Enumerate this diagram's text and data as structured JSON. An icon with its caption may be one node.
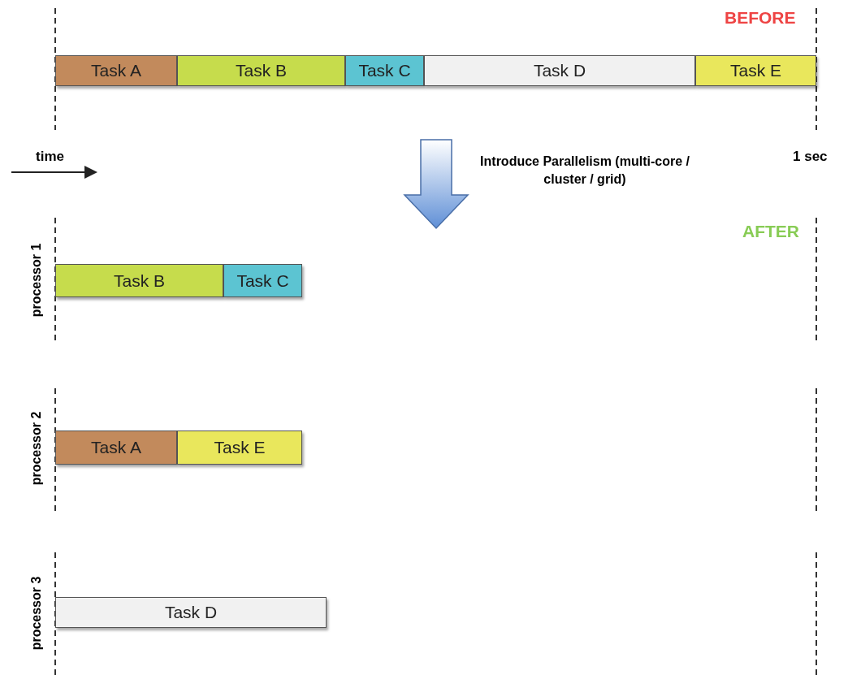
{
  "diagram": {
    "nodes": [
      {
        "text": [
          "Task A"
        ]
      },
      {
        "text": [
          "Task B"
        ]
      },
      {
        "text": [
          "Task C"
        ]
      },
      {
        "text": [
          "Task D"
        ]
      },
      {
        "text": [
          "Task E"
        ]
      },
      {
        "text": [
          "Task B"
        ]
      },
      {
        "text": [
          "Task C"
        ]
      },
      {
        "text": [
          "Task A"
        ]
      },
      {
        "text": [
          "Task E"
        ]
      },
      {
        "text": [
          "Task D"
        ]
      }
    ],
    "labels": [
      "BEFORE",
      "time",
      "Introduce Parallelism (multi-core / cluster / grid)",
      "1 sec",
      "AFTER",
      "processor 1",
      "processor 2",
      "processor 3"
    ]
  }
}
